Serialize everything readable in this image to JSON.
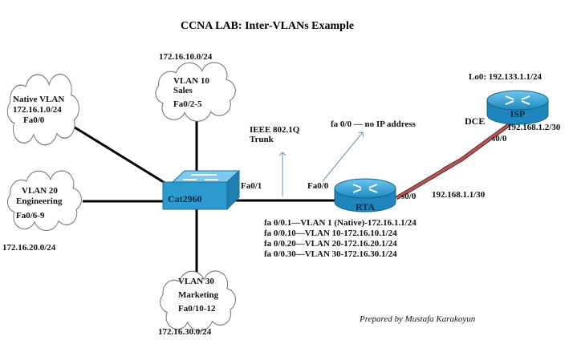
{
  "title": "CCNA LAB: Inter-VLANs Example",
  "clouds": {
    "native": {
      "lines": [
        "Native VLAN",
        "172.16.1.0/24",
        "Fa0/0"
      ]
    },
    "vlan10": {
      "lines": [
        "VLAN 10",
        "Sales",
        "Fa0/2-5"
      ],
      "network": "172.16.10.0/24"
    },
    "vlan20": {
      "lines": [
        "VLAN 20",
        "Engineering",
        "Fa0/6-9"
      ],
      "network": "172.16.20.0/24"
    },
    "vlan30": {
      "lines": [
        "VLAN 30",
        "Marketing",
        "Fa0/10-12"
      ],
      "network": "172.16.30.0/24"
    }
  },
  "switch": {
    "label": "Cat2960",
    "port": "Fa0/1",
    "color": "#2e9bd0"
  },
  "rta": {
    "label": "RTA",
    "port_fa": "Fa0/0",
    "port_s": "s0/0",
    "serial_ip": "192.168.1.1/30"
  },
  "isp": {
    "label": "ISP",
    "loopback": "Lo0: 192.133.1.1/24",
    "dce": "DCE",
    "port_s": "s0/0",
    "serial_ip": "192.168.1.2/30"
  },
  "annotations": {
    "trunk": [
      "IEEE 802.1Q",
      "Trunk"
    ],
    "fa_no_ip": "fa 0/0 — no IP address",
    "subinterfaces": [
      "fa 0/0.1—VLAN 1 (Native)-172.16.1.1/24",
      "fa 0/0.10—VLAN 10-172.16.10.1/24",
      "fa 0/0.20—VLAN 20-172.16.20.1/24",
      "fa 0/0.30—VLAN 30-172.16.30.1/24"
    ],
    "credit": "Prepared by Mustafa Karakoyun"
  },
  "colors": {
    "serial_link": "#a44a44",
    "arrow": "#6f8fb0",
    "device": "#2e9bd0"
  }
}
